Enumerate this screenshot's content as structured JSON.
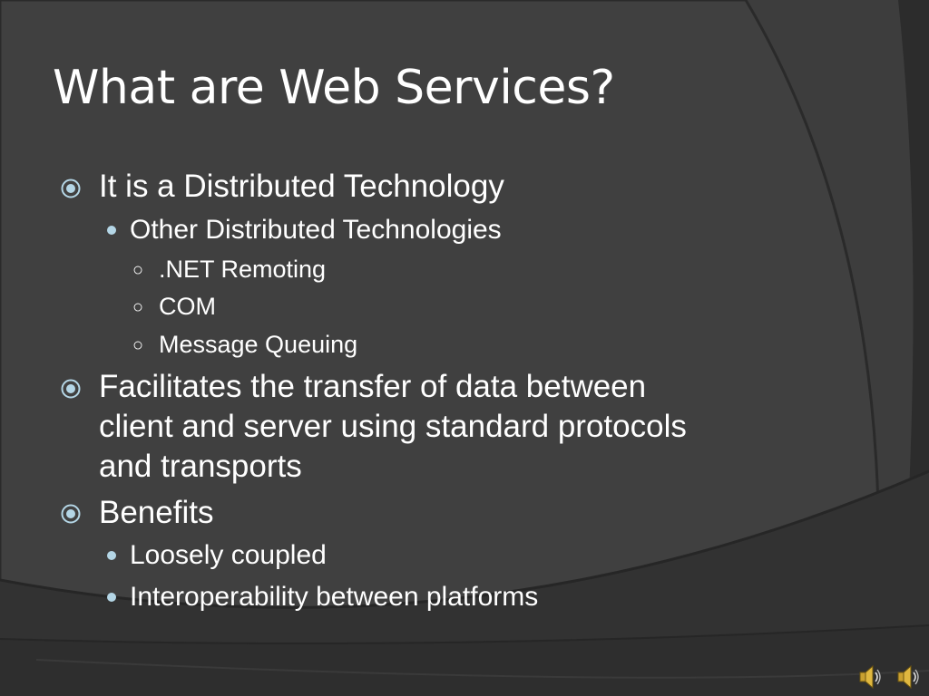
{
  "slide": {
    "title": "What are Web Services?",
    "accent_color": "#b4d6e6",
    "background_color": "#2c2c2c"
  },
  "bullets": [
    {
      "level": 1,
      "text": "It is a Distributed Technology"
    },
    {
      "level": 2,
      "text": "Other Distributed Technologies"
    },
    {
      "level": 3,
      "text": ".NET Remoting"
    },
    {
      "level": 3,
      "text": "COM"
    },
    {
      "level": 3,
      "text": "Message Queuing"
    },
    {
      "level": 1,
      "lines": [
        "Facilitates the transfer of data between",
        "client and server using standard protocols",
        "and transports"
      ]
    },
    {
      "level": 1,
      "text": "Benefits"
    },
    {
      "level": 2,
      "text": "Loosely coupled"
    },
    {
      "level": 2,
      "text": "Interoperability between platforms"
    }
  ],
  "bullet_glyphs": {
    "level1": "circled-dot-icon",
    "level2": "filled-dot-icon",
    "level3": "○"
  },
  "audio_icons": [
    "speaker-icon",
    "speaker-icon"
  ]
}
